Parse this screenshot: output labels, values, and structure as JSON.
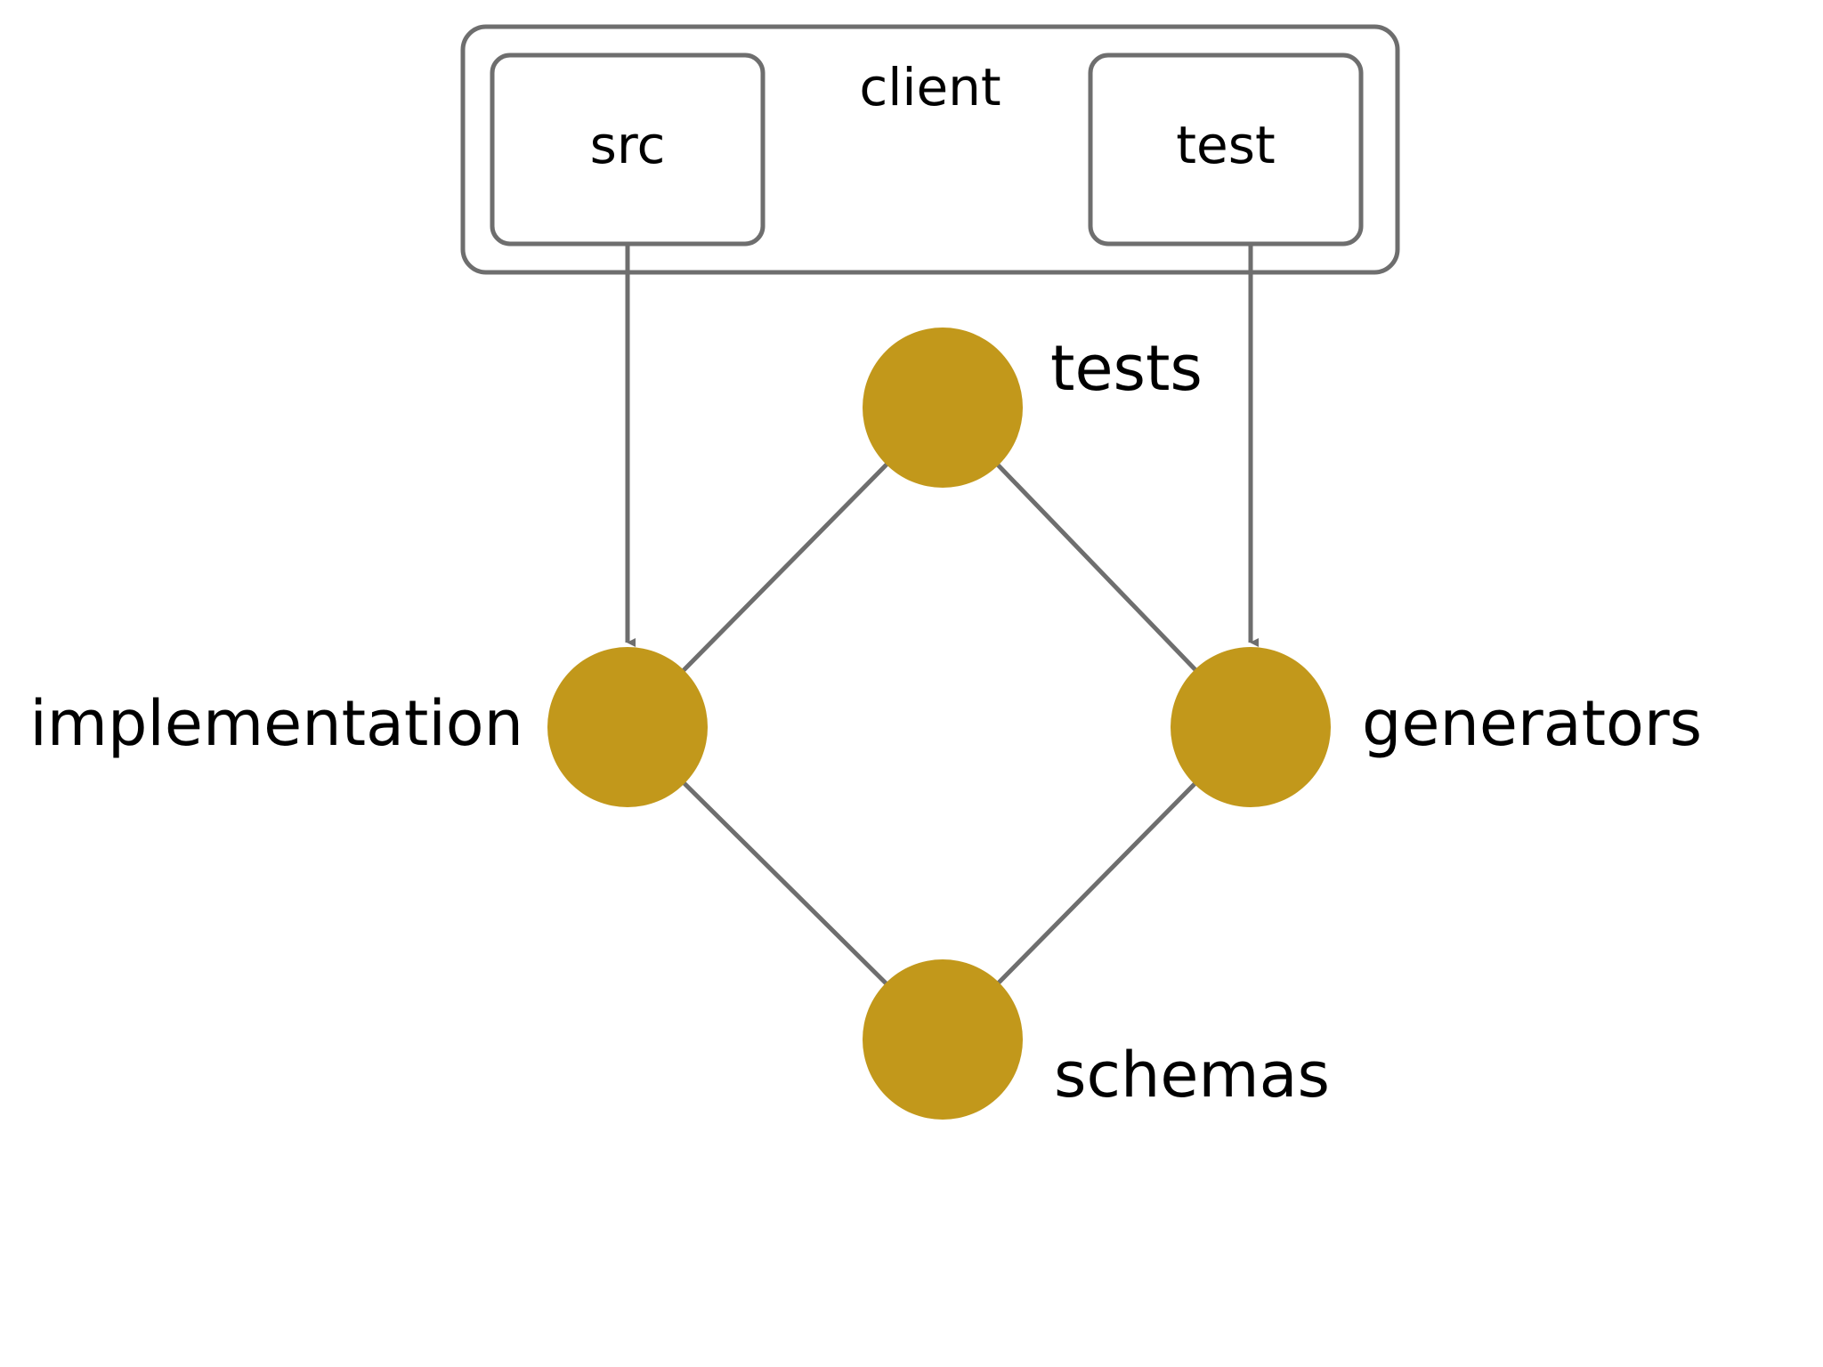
{
  "colors": {
    "node_fill": "#C2981B",
    "line": "#6E6E6E",
    "text": "#000000",
    "background": "#FFFFFF"
  },
  "client": {
    "label": "client",
    "src_label": "src",
    "test_label": "test"
  },
  "nodes": {
    "tests": "tests",
    "implementation": "implementation",
    "generators": "generators",
    "schemas": "schemas"
  }
}
